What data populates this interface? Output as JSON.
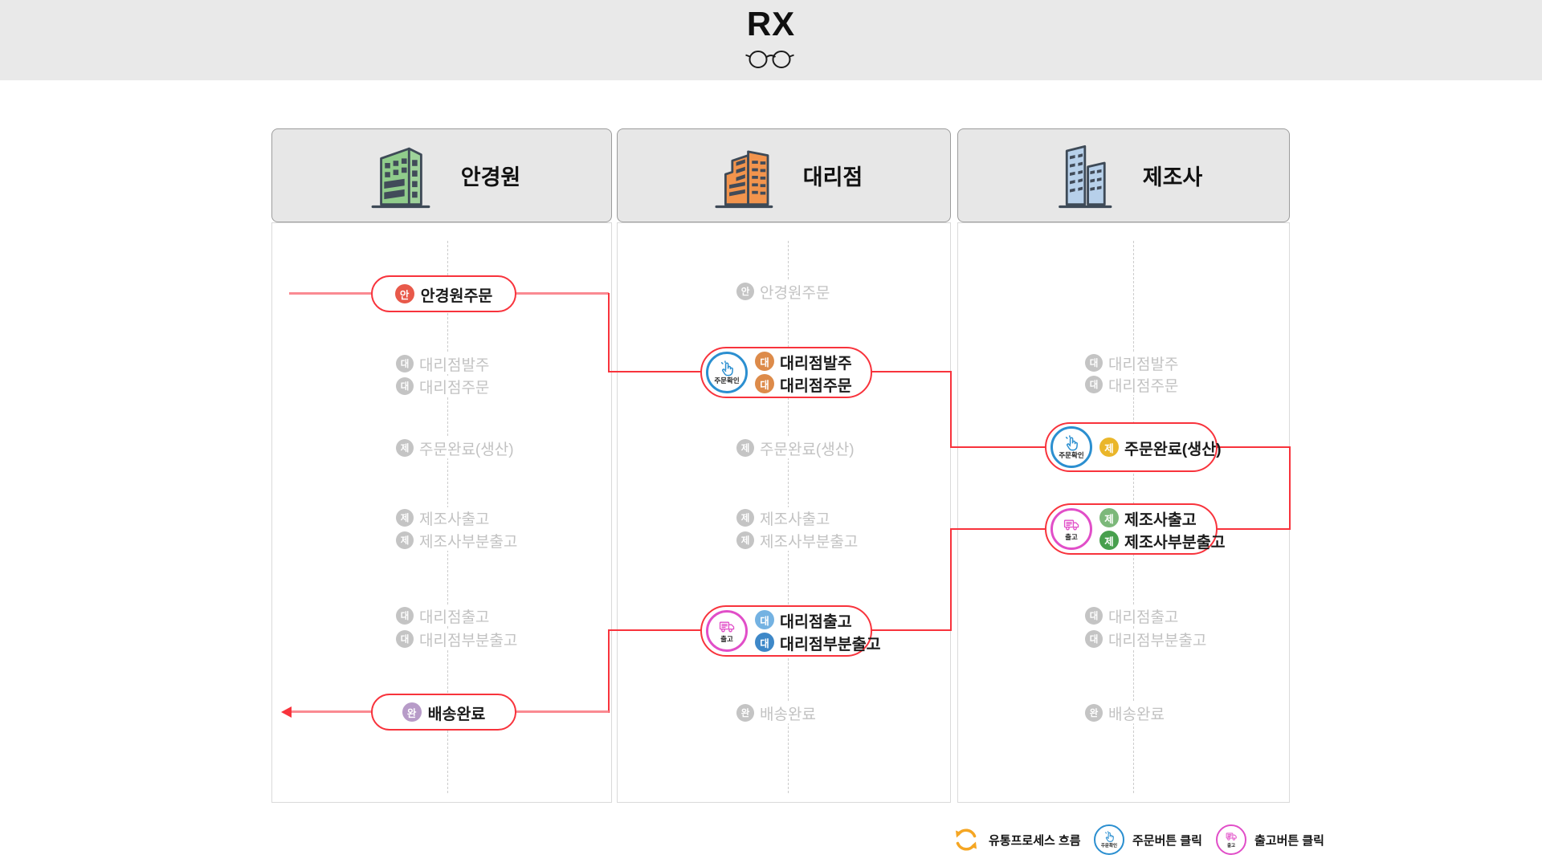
{
  "header": {
    "title": "RX"
  },
  "columns": [
    {
      "label": "안경원"
    },
    {
      "label": "대리점"
    },
    {
      "label": "제조사"
    }
  ],
  "pills": {
    "optician_order": {
      "badge": "안",
      "label": "안경원주문"
    },
    "agency_order": {
      "button": "주문확인",
      "rows": [
        {
          "badge": "대",
          "label": "대리점발주"
        },
        {
          "badge": "대",
          "label": "대리점주문"
        }
      ]
    },
    "production_done": {
      "button": "주문확인",
      "badge": "제",
      "label": "주문완료(생산)"
    },
    "manufacturer_ship": {
      "button": "출고",
      "rows": [
        {
          "badge": "제",
          "label": "제조사출고"
        },
        {
          "badge": "제",
          "label": "제조사부분출고"
        }
      ]
    },
    "agency_ship": {
      "button": "출고",
      "rows": [
        {
          "badge": "대",
          "label": "대리점출고"
        },
        {
          "badge": "대",
          "label": "대리점부분출고"
        }
      ]
    },
    "delivery_done": {
      "badge": "완",
      "label": "배송완료"
    }
  },
  "ghost": {
    "c1": [
      {
        "badge": "대",
        "label": "대리점발주"
      },
      {
        "badge": "대",
        "label": "대리점주문"
      },
      {
        "badge": "제",
        "label": "주문완료(생산)"
      },
      {
        "badge": "제",
        "label": "제조사출고"
      },
      {
        "badge": "제",
        "label": "제조사부분출고"
      },
      {
        "badge": "대",
        "label": "대리점출고"
      },
      {
        "badge": "대",
        "label": "대리점부분출고"
      }
    ],
    "c2": [
      {
        "badge": "안",
        "label": "안경원주문"
      },
      {
        "badge": "제",
        "label": "주문완료(생산)"
      },
      {
        "badge": "제",
        "label": "제조사출고"
      },
      {
        "badge": "제",
        "label": "제조사부분출고"
      },
      {
        "badge": "완",
        "label": "배송완료"
      }
    ],
    "c3": [
      {
        "badge": "대",
        "label": "대리점발주"
      },
      {
        "badge": "대",
        "label": "대리점주문"
      },
      {
        "badge": "대",
        "label": "대리점출고"
      },
      {
        "badge": "대",
        "label": "대리점부분출고"
      },
      {
        "badge": "완",
        "label": "배송완료"
      }
    ]
  },
  "legend": [
    {
      "icon": "cycle-icon",
      "label": "유통프로세스 흐름"
    },
    {
      "icon": "order-button-icon",
      "label": "주문버튼 클릭",
      "button_text": "주문확인"
    },
    {
      "icon": "ship-button-icon",
      "label": "출고버튼 클릭",
      "button_text": "출고"
    }
  ],
  "colors": {
    "accent_red": "#f8333c",
    "line_light_red": "#fa8a92",
    "badge_optician": "#e8594a",
    "badge_agency_order": "#dd8b4a",
    "badge_production": "#eab62a",
    "badge_mfr_ship": "#7cb87a",
    "badge_mfr_partial_ship": "#48a04e",
    "badge_agency_ship": "#74b2e2",
    "badge_agency_partial_ship": "#3e88c8",
    "badge_delivery": "#b79bc8",
    "badge_ghost": "#c4c4c4",
    "button_order_confirm": "#2b8fd0",
    "button_ship": "#e14ec8",
    "legend_cycle": "#f5a623",
    "building_optician": "#90cc8b",
    "building_agency": "#f2944d",
    "building_manufacturer": "#b7d0ea",
    "header_band": "#e9e9e9"
  }
}
